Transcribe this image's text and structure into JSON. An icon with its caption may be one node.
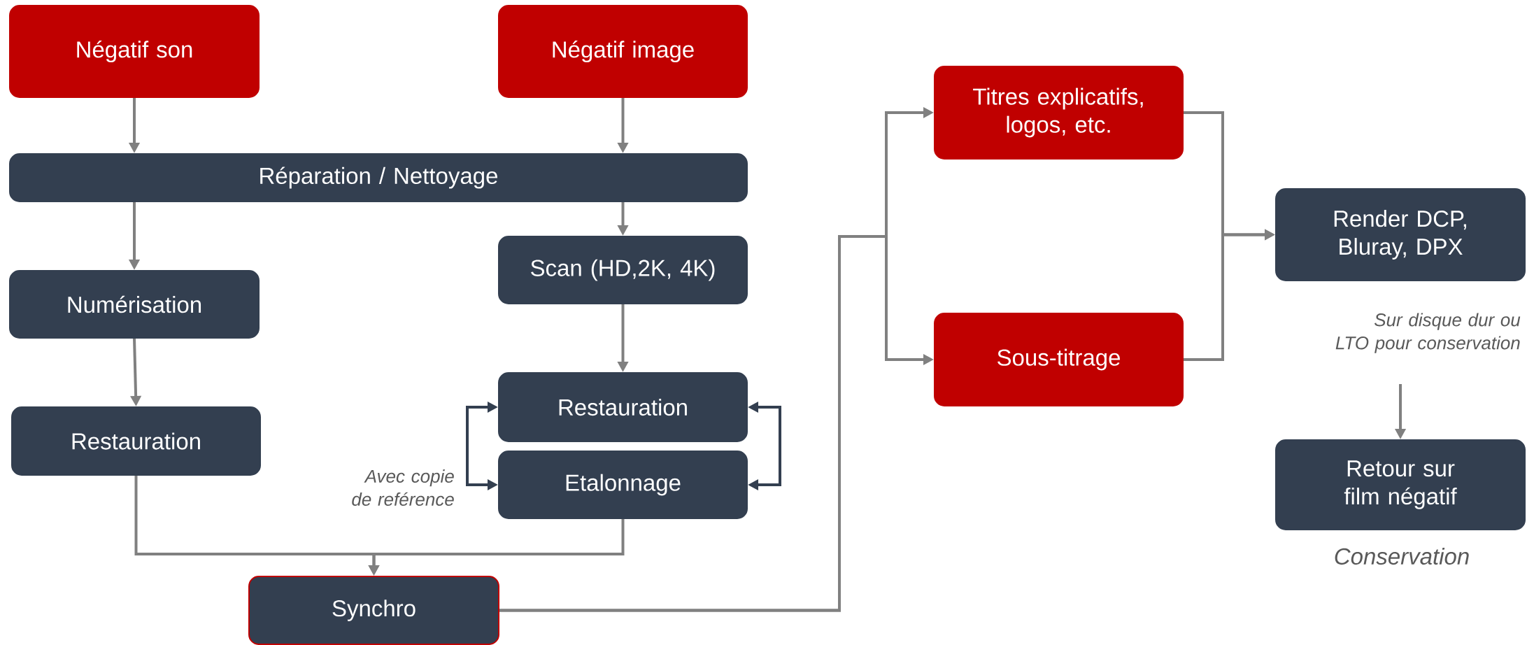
{
  "diagram": {
    "nodes": [
      {
        "text": [
          "Négatif son"
        ]
      },
      {
        "text": [
          "Négatif image"
        ]
      },
      {
        "text": [
          "Réparation / Nettoyage"
        ]
      },
      {
        "text": [
          "Numérisation"
        ]
      },
      {
        "text": [
          "Scan (HD,2K, 4K)"
        ]
      },
      {
        "text": [
          "Restauration"
        ]
      },
      {
        "text": [
          "Restauration"
        ]
      },
      {
        "text": [
          "Etalonnage"
        ],
        "beside": [
          "Avec copie de reférence"
        ]
      },
      {
        "text": [
          "Synchro"
        ]
      },
      {
        "text": [
          "Titres explicatifs, logos, etc."
        ]
      },
      {
        "text": [
          "Sous-titrage"
        ]
      },
      {
        "text": [
          "Render DCP, Bluray, DPX"
        ],
        "beside": [
          "Sur disque dur ou LTO pour conservation"
        ]
      },
      {
        "text": [
          "Retour sur film négatif"
        ],
        "beside": [
          "Conservation"
        ]
      }
    ],
    "edges": [
      {
        "from": 0,
        "to": 2,
        "arrow": "to"
      },
      {
        "from": 1,
        "to": 2,
        "arrow": "to"
      },
      {
        "from": 2,
        "to": 3,
        "arrow": "to"
      },
      {
        "from": 2,
        "to": 4,
        "arrow": "to"
      },
      {
        "from": 3,
        "to": 5,
        "arrow": "to"
      },
      {
        "from": 4,
        "to": 6,
        "arrow": "to"
      },
      {
        "from": 6,
        "to": 7,
        "arrow": "both",
        "color": "#333f50"
      },
      {
        "from": 6,
        "to": 7,
        "arrow": "both",
        "color": "#333f50"
      },
      {
        "from": 5,
        "to": 8,
        "arrow": "to"
      },
      {
        "from": 7,
        "to": 8,
        "arrow": "to"
      },
      {
        "from": 8,
        "to": 9,
        "arrow": "to"
      },
      {
        "from": 8,
        "to": 10,
        "arrow": "to"
      },
      {
        "from": 9,
        "to": 11,
        "arrow": "to"
      },
      {
        "from": 10,
        "to": 11,
        "arrow": "to"
      },
      {
        "from": 11,
        "to": 12,
        "arrow": "to"
      }
    ]
  }
}
